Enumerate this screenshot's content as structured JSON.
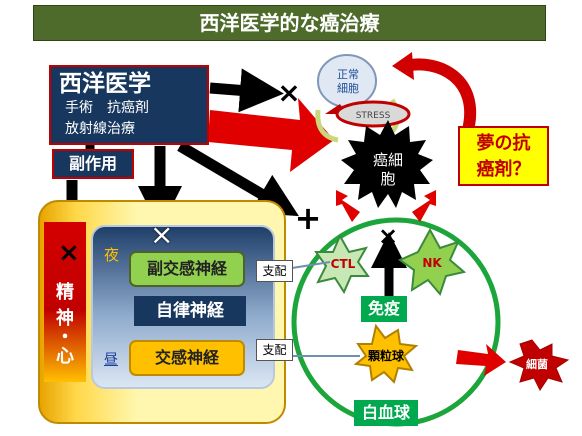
{
  "title": "西洋医学的な癌治療",
  "western_medicine": {
    "heading": "西洋医学",
    "line1": "手術　抗癌剤",
    "line2": "放射線治療"
  },
  "side_effect": "副作用",
  "spirit": [
    "精",
    "神",
    "・",
    "心"
  ],
  "night_label": "夜",
  "day_label": "昼",
  "parasympathetic": "副交感神経",
  "autonomic": "自律神経",
  "sympathetic": "交感神経",
  "control_label": "支配",
  "normal_cell": "正常\n細胞",
  "stress": "STRESS",
  "cancer_cell": "癌細\n胞",
  "dream_drug": "夢の抗\n癌剤？",
  "ctl": "CTL",
  "nk": "NK",
  "immunity": "免疫",
  "granulocyte": "顆粒球",
  "bacteria": "細菌",
  "white_blood_cell": "白血球",
  "marks": {
    "cross": "×",
    "plus": "+"
  },
  "colors": {
    "title_bg": "#4e6b2c",
    "navy": "#17375e",
    "red": "#c00000",
    "green": "#00a84e",
    "yellow": "#ffff00",
    "light_green": "#92d050",
    "amber": "#ffc000"
  }
}
